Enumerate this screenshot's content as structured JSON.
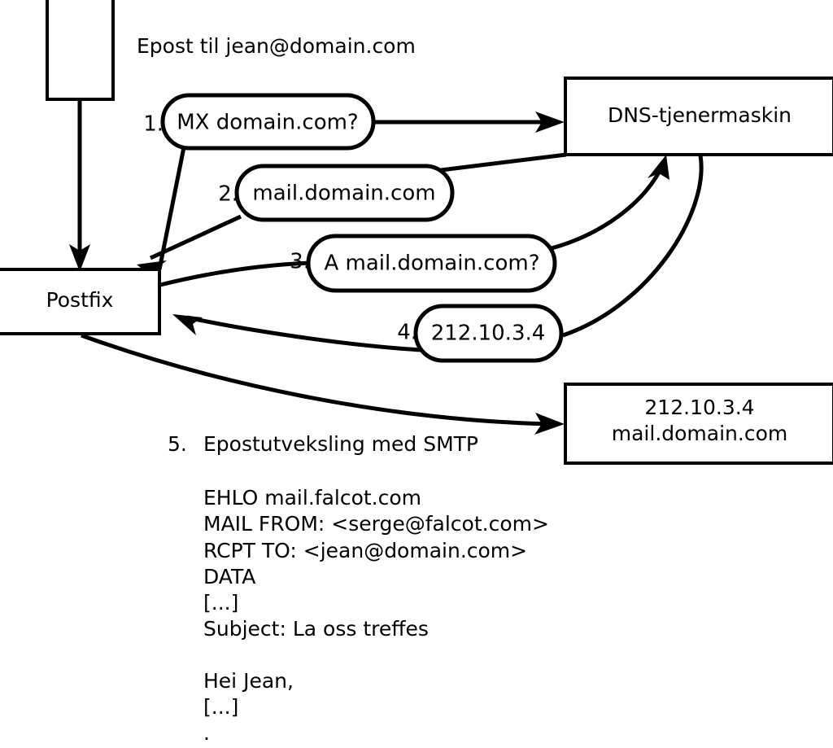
{
  "title_note": "Epost til jean@domain.com",
  "nodes": {
    "client": {
      "label": ""
    },
    "postfix": {
      "label": "Postfix"
    },
    "dns_server": {
      "label": "DNS-tjenermaskin"
    },
    "mail_server": {
      "line1": "212.10.3.4",
      "line2": "mail.domain.com"
    }
  },
  "steps": [
    {
      "num": "1.",
      "label": "MX domain.com?"
    },
    {
      "num": "2.",
      "label": "mail.domain.com"
    },
    {
      "num": "3.",
      "label": "A mail.domain.com?"
    },
    {
      "num": "4.",
      "label": "212.10.3.4"
    }
  ],
  "step5": {
    "num": "5.",
    "label": "Epostutveksling med SMTP"
  },
  "transcript": [
    "EHLO mail.falcot.com",
    "MAIL FROM: <serge@falcot.com>",
    "RCPT TO: <jean@domain.com>",
    "DATA",
    "[...]",
    "Subject: La oss treffes",
    "",
    "Hei Jean,",
    "[...]",
    "."
  ],
  "colors": {
    "stroke": "#000000",
    "fill": "#ffffff",
    "text": "#000000"
  }
}
